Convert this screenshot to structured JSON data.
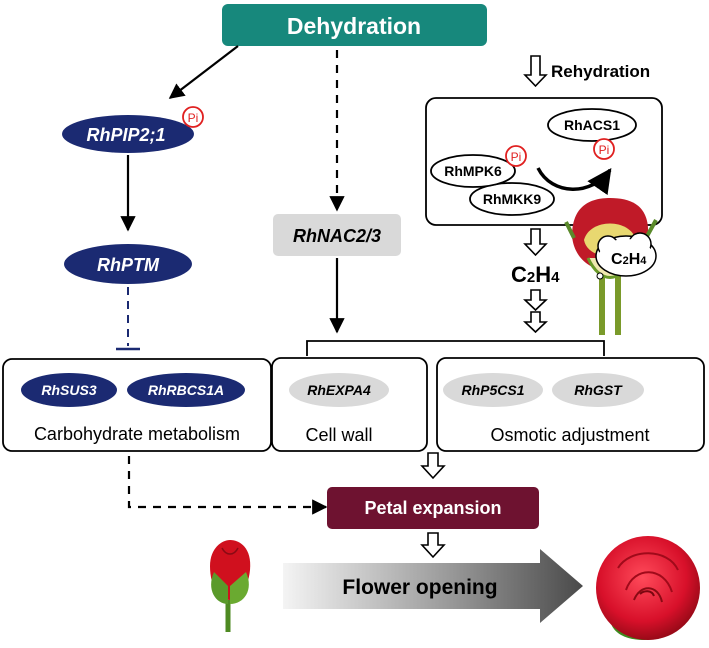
{
  "top": {
    "dehydration": "Dehydration"
  },
  "left": {
    "pip": "RhPIP2;1",
    "ptm": "RhPTM",
    "pi": "Pi",
    "group": {
      "genes": [
        "RhSUS3",
        "RhRBCS1A"
      ],
      "label": "Carbohydrate metabolism"
    }
  },
  "middle": {
    "nac": "RhNAC2/3",
    "group": {
      "genes": [
        "RhEXPA4"
      ],
      "label": "Cell wall"
    }
  },
  "right": {
    "rehydration": "Rehydration",
    "acs": "RhACS1",
    "mpk": "RhMPK6",
    "mkk": "RhMKK9",
    "pi": "Pi",
    "c2h4": {
      "c": "C",
      "sub1": "2",
      "h": "H",
      "sub2": "4"
    },
    "cloud": {
      "c": "C",
      "sub1": "2",
      "h": "H",
      "sub2": "4"
    },
    "group": {
      "genes": [
        "RhP5CS1",
        "RhGST"
      ],
      "label": "Osmotic adjustment"
    }
  },
  "bottom": {
    "petal": "Petal expansion",
    "flower": "Flower opening"
  },
  "colors": {
    "teal": "#17887c",
    "navy": "#1b2a72",
    "maroon": "#6e1230",
    "grey": "#d9d9d9",
    "pi_red": "#e02020"
  }
}
